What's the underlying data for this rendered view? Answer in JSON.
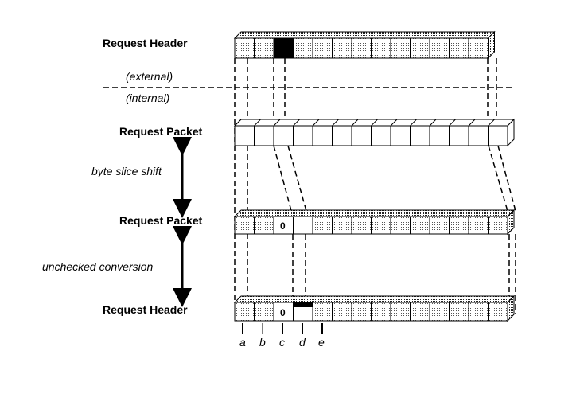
{
  "rows": [
    {
      "label": "Request Header"
    },
    {
      "label": "Request Packet"
    },
    {
      "label": "Request Packet"
    },
    {
      "label": "Request Header"
    }
  ],
  "boundary": {
    "external": "(external)",
    "internal": "(internal)"
  },
  "arrows": {
    "shift": "byte slice shift",
    "conversion": "unchecked conversion"
  },
  "zero": "0",
  "markers": [
    "a",
    "b",
    "c",
    "d",
    "e"
  ]
}
